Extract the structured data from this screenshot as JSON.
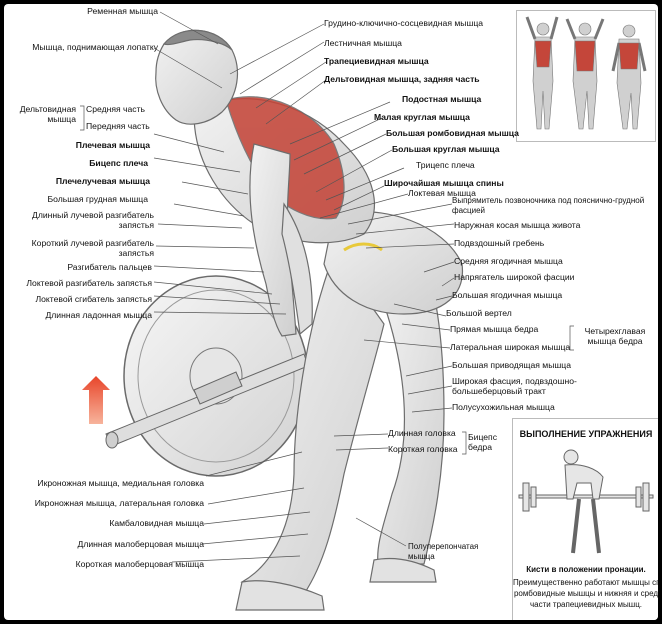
{
  "colors": {
    "arrow": "#e8452a",
    "muscle_red": "#c4463a",
    "yellow": "#e8c93a",
    "line": "#555555"
  },
  "left_labels": {
    "l1": "Ременная мышца",
    "l2": "Мышца, поднимающая лопатку",
    "group_deltoid": "Дельтовидная мышца",
    "l3": "Средняя часть",
    "l4": "Передняя часть",
    "l5": "Плечевая мышца",
    "l6": "Бицепс плеча",
    "l7": "Плечелучевая мышца",
    "l8": "Большая грудная мышца",
    "l9": "Длинный лучевой разгибатель запястья",
    "l10": "Короткий лучевой разгибатель запястья",
    "l11": "Разгибатель пальцев",
    "l12": "Локтевой разгибатель запястья",
    "l13": "Локтевой сгибатель запястья",
    "l14": "Длинная ладонная мышца",
    "l15": "Икроножная мышца, медиальная головка",
    "l16": "Икроножная мышца, латеральная головка",
    "l17": "Камбаловидная мышца",
    "l18": "Длинная малоберцовая мышца",
    "l19": "Короткая малоберцовая мышца"
  },
  "right_labels": {
    "r1": "Грудино-ключично-сосцевидная мышца",
    "r2": "Лестничная мышца",
    "r3": "Трапециевидная мышца",
    "r4": "Дельтовидная мышца, задняя часть",
    "r5": "Подостная мышца",
    "r6": "Малая круглая мышца",
    "r7": "Большая ромбовидная мышца",
    "r8": "Большая круглая мышца",
    "r9": "Трицепс плеча",
    "r10": "Широчайшая мышца спины",
    "r11": "Локтевая мышца",
    "r12": "Выпрямитель позвоночника под пояснично-грудной фасцией",
    "r13": "Наружная косая мышца живота",
    "r14": "Подвздошный гребень",
    "r15": "Средняя ягодичная мышца",
    "r16": "Напрягатель широкой фасции",
    "r17": "Большая ягодичная мышца",
    "r18": "Большой вертел",
    "r19": "Прямая мышца бедра",
    "r20": "Латеральная широкая мышца",
    "group_quad": "Четырехглавая мышца бедра",
    "r21": "Большая приводящая мышца",
    "r22": "Широкая фасция, подвздошно-большеберцовый тракт",
    "r23": "Полусухожильная мышца",
    "r24": "Длинная головка",
    "r25": "Короткая головка",
    "group_biceps_femoris": "Бицепс бедра",
    "r26": "Полуперепончатая мышца"
  },
  "inset": {
    "title": "ВЫПОЛНЕНИЕ УПРАЖНЕНИЯ",
    "caption_bold": "Кисти в положении пронации.",
    "caption_1": "Преимущественно работают мышцы спи",
    "caption_2": "ромбовидные мышцы и нижняя и сред",
    "caption_3": "части трапециевидных мышц."
  }
}
